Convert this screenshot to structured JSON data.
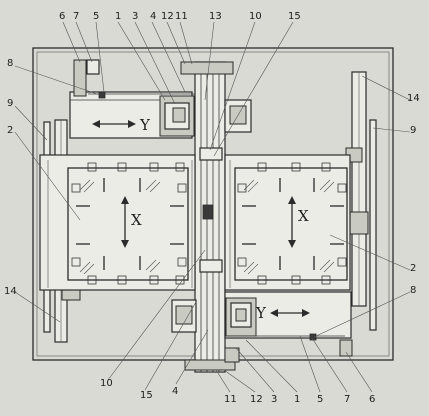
{
  "diagram": {
    "axis_labels": {
      "x_left": "X",
      "x_right": "X",
      "y_top": "Y",
      "y_bottom": "Y"
    },
    "callouts_top": [
      "6",
      "7",
      "5",
      "1",
      "3",
      "4",
      "12",
      "11",
      "13",
      "10",
      "15"
    ],
    "callouts_left": [
      "8",
      "9",
      "2",
      "14"
    ],
    "callouts_right": [
      "14",
      "9",
      "2",
      "8"
    ],
    "callouts_bottom": [
      "10",
      "15",
      "4",
      "11",
      "12",
      "3",
      "1",
      "5",
      "7",
      "6"
    ],
    "colors": {
      "paper": "#d9dad3",
      "ink": "#2b2b2b"
    }
  }
}
